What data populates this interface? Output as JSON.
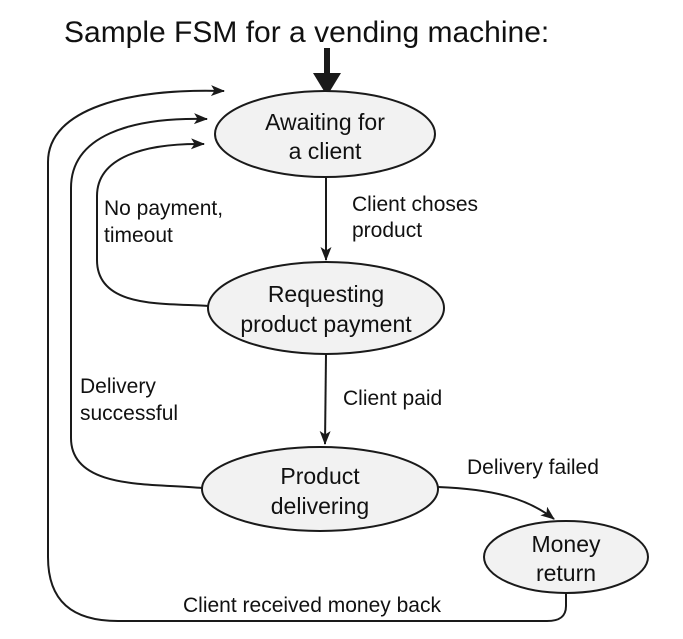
{
  "title": "Sample FSM for a vending machine:",
  "colors": {
    "state_fill": "#f2f2f2",
    "line": "#1a1a1a",
    "text": "#111111"
  },
  "states": {
    "awaiting": {
      "line1": "Awaiting for",
      "line2": "a client"
    },
    "requesting": {
      "line1": "Requesting",
      "line2": "product payment"
    },
    "delivering": {
      "line1": "Product",
      "line2": "delivering"
    },
    "money_return": {
      "line1": "Money",
      "line2": "return"
    }
  },
  "transitions": {
    "client_choses": {
      "line1": "Client choses",
      "line2": "product"
    },
    "client_paid": {
      "label": "Client paid"
    },
    "no_payment": {
      "line1": "No payment,",
      "line2": "timeout"
    },
    "delivery_successful": {
      "line1": "Delivery",
      "line2": "successful"
    },
    "delivery_failed": {
      "label": "Delivery failed"
    },
    "money_back": {
      "label": "Client received money back"
    }
  }
}
